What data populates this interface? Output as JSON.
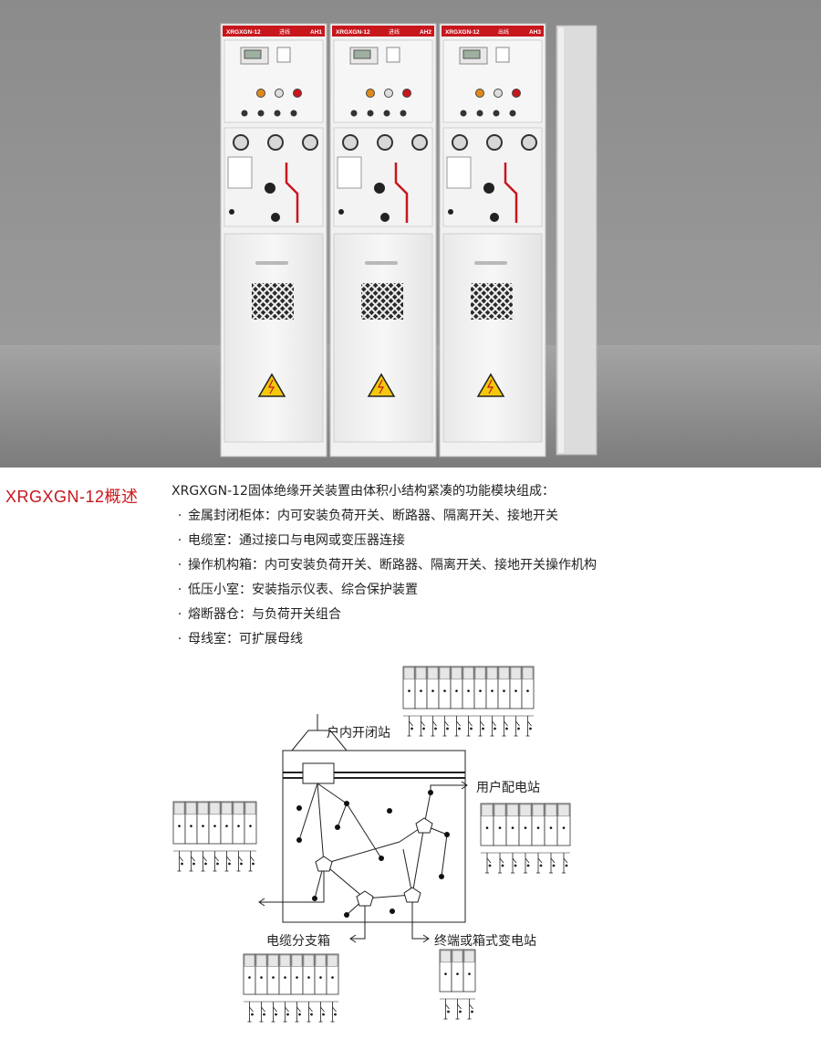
{
  "product_photo": {
    "cabinets": [
      {
        "model": "XRGXGN-12",
        "function": "进线",
        "id": "AH1"
      },
      {
        "model": "XRGXGN-12",
        "function": "进线",
        "id": "AH2"
      },
      {
        "model": "XRGXGN-12",
        "function": "出线",
        "id": "AH3"
      }
    ]
  },
  "overview": {
    "heading": "XRGXGN-12概述",
    "intro": "XRGXGN-12固体绝缘开关装置由体积小结构紧凑的功能模块组成：",
    "bullet_mark": "·",
    "items": [
      "金属封闭柜体：内可安装负荷开关、断路器、隔离开关、接地开关",
      "电缆室：通过接口与电网或变压器连接",
      "操作机构箱：内可安装负荷开关、断路器、隔离开关、接地开关操作机构",
      "低压小室：安装指示仪表、综合保护装置",
      "熔断器仓：与负荷开关组合",
      "母线室：可扩展母线"
    ]
  },
  "diagram": {
    "labels": {
      "indoor_station": "户内开闭站",
      "user_substation": "用户配电站",
      "cable_branch_box": "电缆分支箱",
      "terminal_substation": "终端或箱式变电站"
    }
  },
  "colors": {
    "heading_red": "#c8161d",
    "cabinet_red": "#c8161d",
    "background_gray": "#808080"
  }
}
